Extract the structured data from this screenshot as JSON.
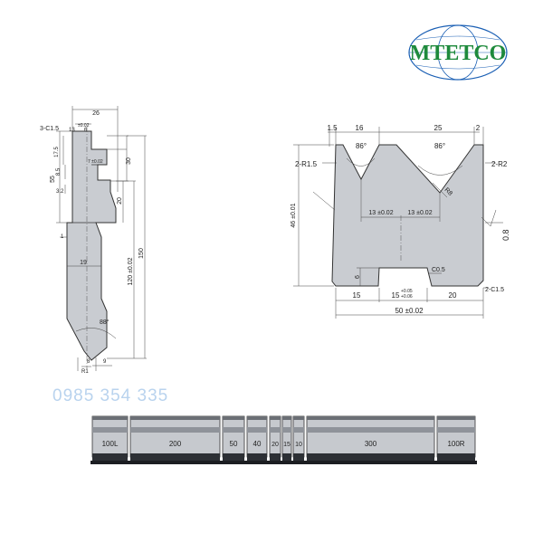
{
  "brand": {
    "logo_text": "MTETCO",
    "colors": {
      "green": "#1e8a3c",
      "blue": "#1a5fb4"
    }
  },
  "phone": "0985 354 335",
  "punch": {
    "labels": {
      "top_width": "26",
      "chamfer": "3-C1.5",
      "tol_top": "±0.02",
      "small_13": "13",
      "small_6": "6",
      "h55": "55",
      "h17_5": "17.5",
      "h8_5": "8.5",
      "w7": "7 ±0.02",
      "h30": "30",
      "h20": "20",
      "h3_2": "3.2",
      "h1": "1",
      "w19": "19",
      "h120": "120 ±0.02",
      "h150": "150",
      "angle": "88°",
      "r": "R1",
      "w8": "8",
      "w9": "9"
    }
  },
  "die": {
    "labels": {
      "w1_5": "1.5",
      "w16": "16",
      "w25": "25",
      "w2": "2",
      "angle_left": "86°",
      "angle_right": "86°",
      "r_left": "2-R1.5",
      "r_right": "2-R2",
      "r8": "R8",
      "h46": "46 ±0.01",
      "c13_left": "13 ±0.02",
      "c13_right": "13 ±0.02",
      "h6": "6",
      "c05": "C0.5",
      "w15_left": "15",
      "w15_slot": "15",
      "slot_tol_up": "+0.05",
      "slot_tol_down": "+0.06",
      "w20": "20",
      "c15": "2-C1.5",
      "w50": "50 ±0.02",
      "roughness": "0.8"
    }
  },
  "segments": {
    "labels": [
      "100L",
      "200",
      "50",
      "40",
      "20",
      "15",
      "10",
      "300",
      "100R"
    ]
  }
}
